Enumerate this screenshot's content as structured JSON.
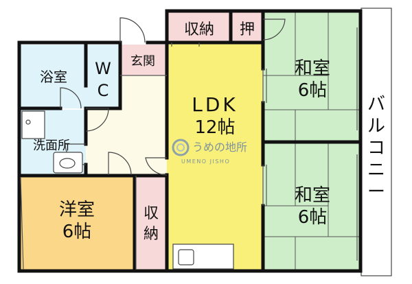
{
  "rooms": {
    "ldk": {
      "name": "LDK",
      "size": "12帖"
    },
    "washitsu_upper": {
      "name": "和室",
      "size": "6帖"
    },
    "washitsu_lower": {
      "name": "和室",
      "size": "6帖"
    },
    "youshitsu": {
      "name": "洋室",
      "size": "6帖"
    },
    "yokushitsu": {
      "name": "浴室"
    },
    "wc": {
      "line1": "W",
      "line2": "C"
    },
    "genkan": {
      "name": "玄関"
    },
    "senmenjo": {
      "name": "洗面所"
    },
    "shuno_top": {
      "name": "収納"
    },
    "oshi": {
      "name": "押"
    },
    "shuno_mid": {
      "line1": "収",
      "line2": "納"
    },
    "balcony": {
      "chars": [
        "バ",
        "ル",
        "コ",
        "ニ",
        "ー"
      ]
    }
  },
  "watermark": {
    "name": "うめの地所",
    "romaji": "UMENO JISHO"
  },
  "colors": {
    "ldk": "#f9f07a",
    "washitsu": "#cdeec9",
    "youshitsu": "#fbd889",
    "storage": "#f8d9d9",
    "blue_room": "#dff3fb",
    "hall": "#fdfbe8",
    "balcony": "#ffffff",
    "wall": "#111111"
  }
}
